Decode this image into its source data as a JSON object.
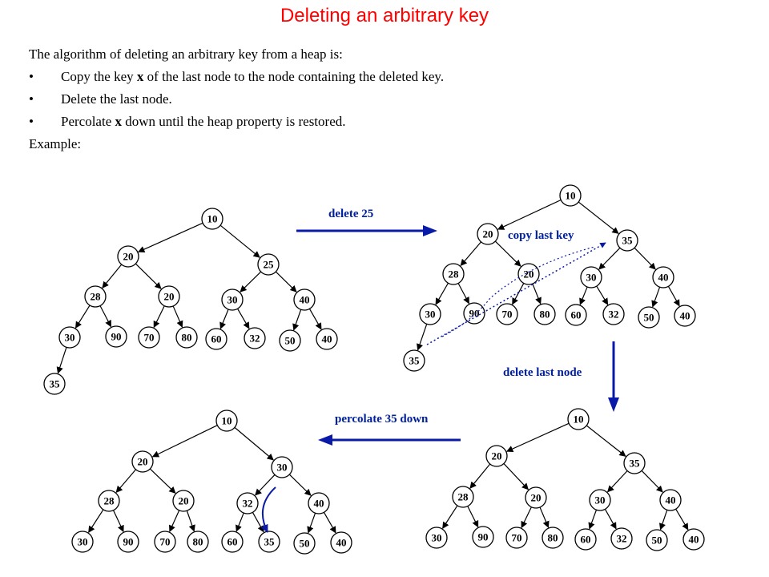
{
  "title": "Deleting an arbitrary key",
  "intro": "The algorithm of deleting an arbitrary key from a heap is:",
  "bullet_symbol": "•",
  "bullets": [
    {
      "before": "Copy the key ",
      "bold": "x",
      "after": " of the last node to the node containing the deleted key."
    },
    {
      "before": "Delete the last node.",
      "bold": "",
      "after": ""
    },
    {
      "before": "Percolate ",
      "bold": "x",
      "after": " down until the heap property is restored."
    }
  ],
  "example_label": "Example:",
  "steps": {
    "delete": "delete 25",
    "copy": "copy last key",
    "delete_last": "delete last node",
    "percolate": "percolate 35 down"
  },
  "colors": {
    "title": "#ff0000",
    "arrow": "#0a1aa8",
    "label": "#00209f",
    "node_stroke": "#000000"
  },
  "trees": [
    {
      "name": "original-heap",
      "keys": [
        "10",
        "20",
        "25",
        "28",
        "20",
        "30",
        "40",
        "30",
        "90",
        "70",
        "80",
        "60",
        "32",
        "50",
        "40",
        "35"
      ]
    },
    {
      "name": "after-copy-heap",
      "keys": [
        "10",
        "20",
        "35",
        "28",
        "20",
        "30",
        "40",
        "30",
        "90",
        "70",
        "80",
        "60",
        "32",
        "50",
        "40",
        "35"
      ]
    },
    {
      "name": "after-delete-heap",
      "keys": [
        "10",
        "20",
        "35",
        "28",
        "20",
        "30",
        "40",
        "30",
        "90",
        "70",
        "80",
        "60",
        "32",
        "50",
        "40"
      ]
    },
    {
      "name": "after-percolate-heap",
      "keys": [
        "10",
        "20",
        "30",
        "28",
        "20",
        "32",
        "40",
        "30",
        "90",
        "70",
        "80",
        "60",
        "35",
        "50",
        "40"
      ]
    }
  ]
}
